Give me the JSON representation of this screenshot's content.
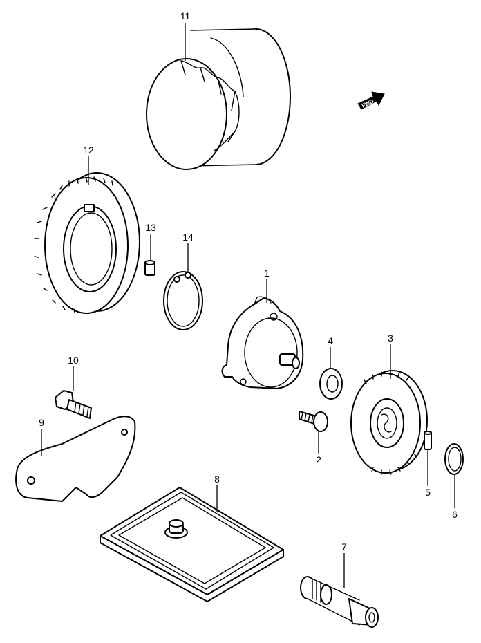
{
  "diagram": {
    "fwd_label": "FWD",
    "callouts": [
      {
        "id": "1",
        "label": "1"
      },
      {
        "id": "2",
        "label": "2"
      },
      {
        "id": "3",
        "label": "3"
      },
      {
        "id": "4",
        "label": "4"
      },
      {
        "id": "5",
        "label": "5"
      },
      {
        "id": "6",
        "label": "6"
      },
      {
        "id": "7",
        "label": "7"
      },
      {
        "id": "8",
        "label": "8"
      },
      {
        "id": "9",
        "label": "9"
      },
      {
        "id": "10",
        "label": "10"
      },
      {
        "id": "11",
        "label": "11"
      },
      {
        "id": "12",
        "label": "12"
      },
      {
        "id": "13",
        "label": "13"
      },
      {
        "id": "14",
        "label": "14"
      }
    ]
  }
}
